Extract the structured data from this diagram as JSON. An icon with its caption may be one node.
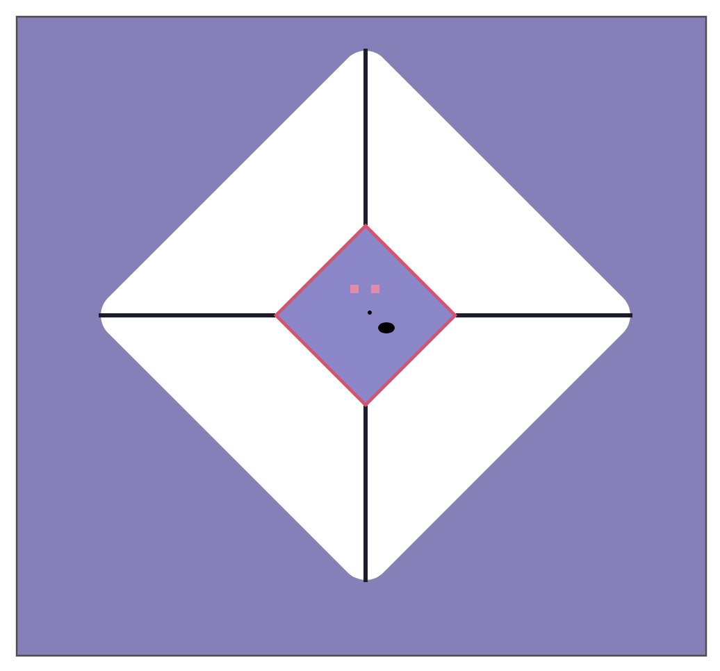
{
  "diagram": {
    "nodes": [
      {
        "text": [],
        "shape": "diamond"
      },
      {
        "text": [],
        "shape": "diamond",
        "in": 0
      }
    ]
  }
}
